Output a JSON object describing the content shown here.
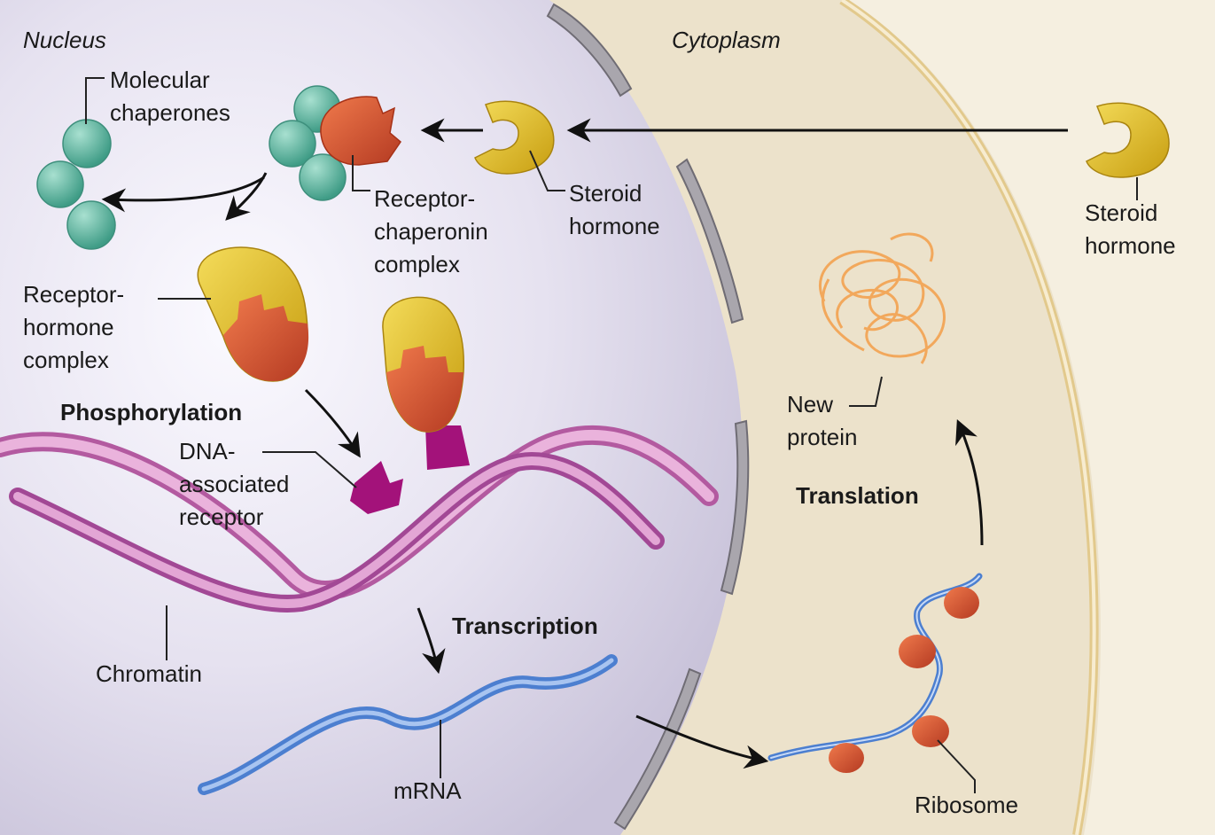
{
  "regions": {
    "nucleus": "Nucleus",
    "cytoplasm": "Cytoplasm"
  },
  "labels": {
    "molecular_chaperones": "Molecular\nchaperones",
    "receptor_chaperonin_complex": "Receptor-\nchaperonin\ncomplex",
    "steroid_hormone_inner": "Steroid\nhormone",
    "steroid_hormone_outer": "Steroid\nhormone",
    "receptor_hormone_complex": "Receptor-\nhormone\ncomplex",
    "phosphorylation": "Phosphorylation",
    "dna_associated_receptor": "DNA-\nassociated\nreceptor",
    "chromatin": "Chromatin",
    "transcription": "Transcription",
    "mrna": "mRNA",
    "new_protein": "New\nprotein",
    "translation": "Translation",
    "ribosome": "Ribosome"
  },
  "colors": {
    "nucleus_fill": "#e4e0ef",
    "cytoplasm_fill": "#ece2cb",
    "chaperone": "#5fb8a2",
    "receptor": "#d9532f",
    "hormone": "#e7c21f",
    "dna_receptor": "#a3127a",
    "chromatin": "#c978b8",
    "mrna": "#5b8ed9",
    "protein": "#f2a85c"
  }
}
